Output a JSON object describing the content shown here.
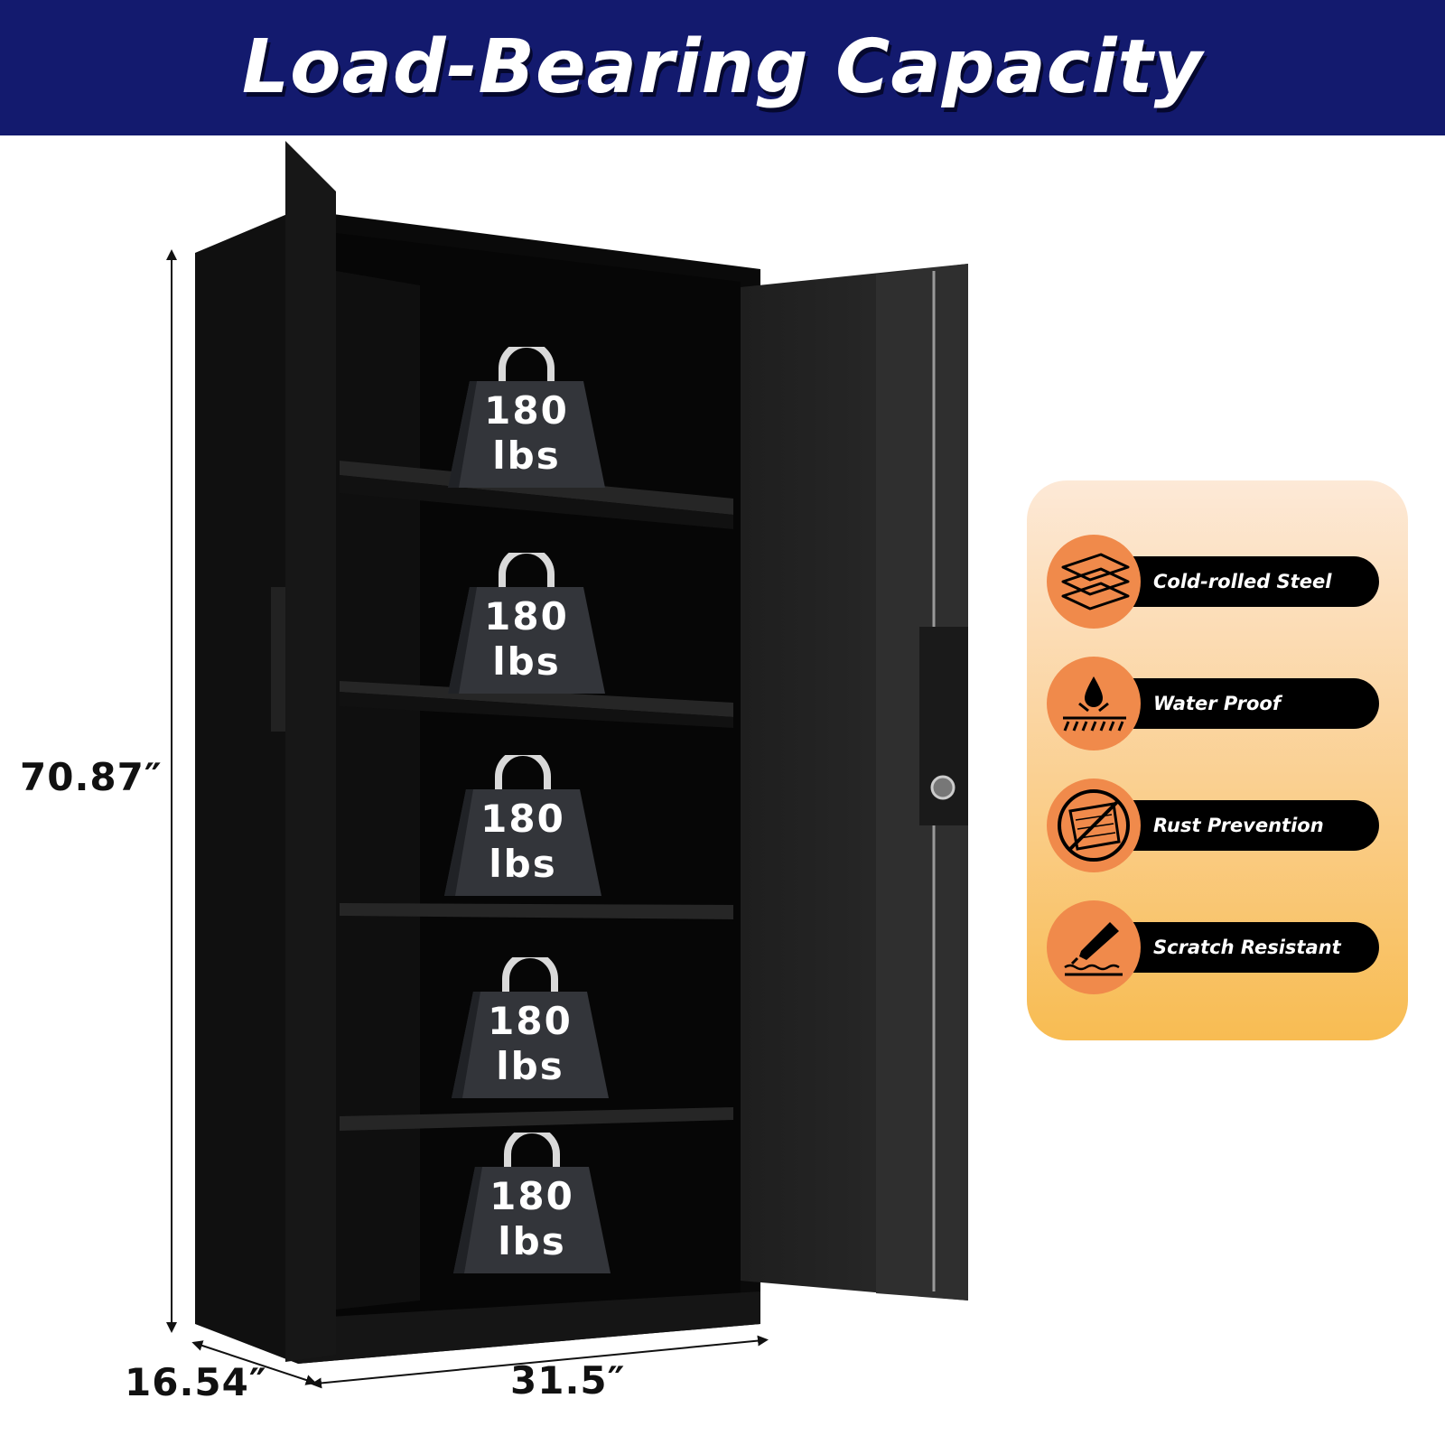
{
  "banner": {
    "title": "Load-Bearing Capacity",
    "background": "#131a6e"
  },
  "dimensions": {
    "height": "70.87″",
    "depth": "16.54″",
    "width": "31.5″"
  },
  "weights": [
    {
      "value": "180",
      "unit": "lbs"
    },
    {
      "value": "180",
      "unit": "lbs"
    },
    {
      "value": "180",
      "unit": "lbs"
    },
    {
      "value": "180",
      "unit": "lbs"
    },
    {
      "value": "180",
      "unit": "lbs"
    }
  ],
  "features": [
    {
      "label": "Cold-rolled Steel",
      "icon": "steel-layers-icon"
    },
    {
      "label": "Water Proof",
      "icon": "water-drop-icon"
    },
    {
      "label": "Rust Prevention",
      "icon": "no-rust-icon"
    },
    {
      "label": "Scratch Resistant",
      "icon": "scratch-blade-icon"
    }
  ],
  "colors": {
    "accent": "#f08a4b",
    "cabinet": "#0c0c0c",
    "weight": "#33353a"
  }
}
